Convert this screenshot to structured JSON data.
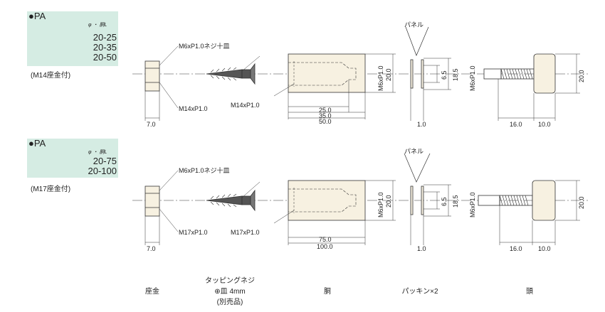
{
  "set1": {
    "header": "●PA",
    "col_header": "φ ・ 胴L",
    "values": [
      "20-25",
      "20-35",
      "20-50"
    ],
    "note": "(M14座金付)",
    "screw_label": "M6xP1.0ネジ十皿",
    "washer_thread": "M14xP1.0",
    "body_thread": "M14xP1.0",
    "washer_width": "7.0",
    "body_m6": "M6xP1.0",
    "body_dia": "20.0",
    "body_lengths": [
      "25.0",
      "35.0",
      "50.0"
    ],
    "panel_label": "パネル",
    "gasket_small": "6.5",
    "gasket_large": "18.5",
    "gasket_thickness": "1.0",
    "head_m6": "M6xP1.0",
    "head_dia": "20.0",
    "head_len1": "16.0",
    "head_len2": "10.0"
  },
  "set2": {
    "header": "●PA",
    "col_header": "φ ・ 胴L",
    "values": [
      "20-75",
      "20-100"
    ],
    "note": "(M17座金付)",
    "screw_label": "M6xP1.0ネジ十皿",
    "washer_thread": "M17xP1.0",
    "body_thread": "M17xP1.0",
    "washer_width": "7.0",
    "body_m6": "M6xP1.0",
    "body_dia": "20.0",
    "body_lengths": [
      "75.0",
      "100.0"
    ],
    "panel_label": "パネル",
    "gasket_small": "6.5",
    "gasket_large": "18.5",
    "gasket_thickness": "1.0",
    "head_m6": "M6xP1.0",
    "head_dia": "20.0",
    "head_len1": "16.0",
    "head_len2": "10.0"
  },
  "captions": {
    "washer": "座金",
    "screw_line1": "タッピングネジ",
    "screw_line2": "⊕皿 4mm",
    "screw_line3": "(別売品)",
    "body": "胴",
    "gasket": "パッキン×2",
    "head": "頭"
  },
  "colors": {
    "spec_bg": "#d5ece3",
    "body_fill": "#f7f1e1",
    "line": "#333333"
  }
}
